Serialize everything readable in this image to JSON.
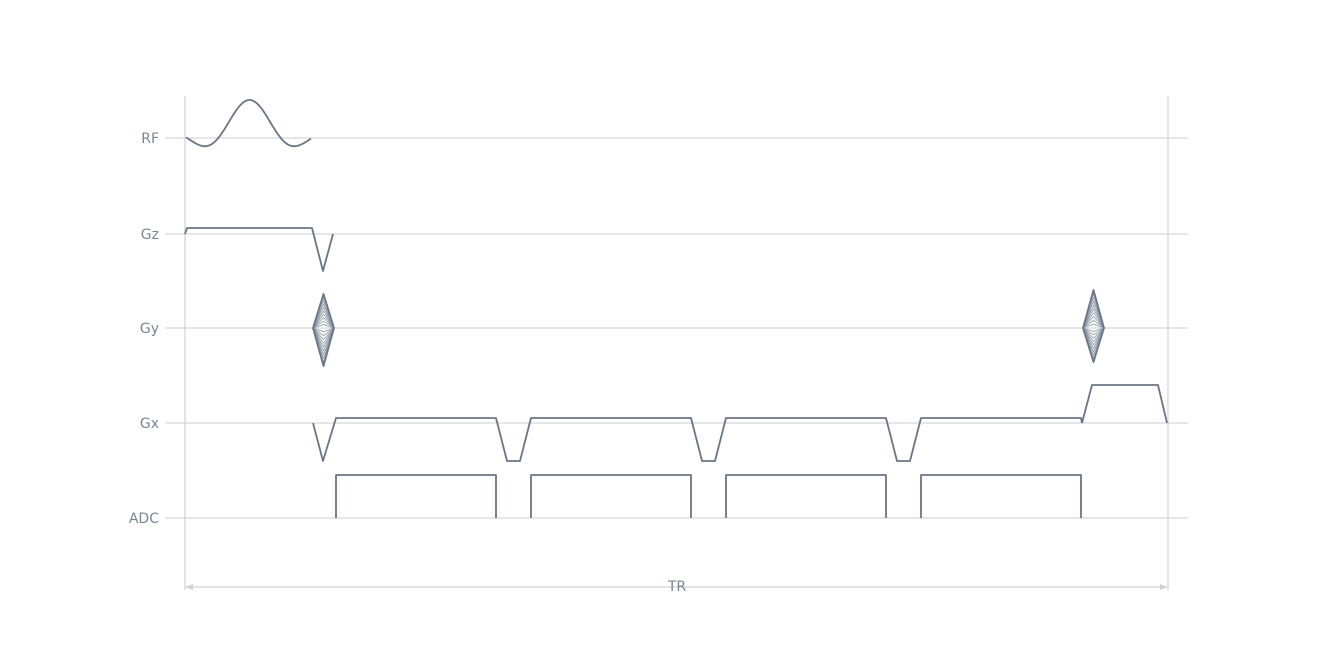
{
  "diagram": {
    "type": "pulse-sequence",
    "rows": [
      {
        "key": "rf",
        "label": "RF"
      },
      {
        "key": "gz",
        "label": "Gz"
      },
      {
        "key": "gy",
        "label": "Gy"
      },
      {
        "key": "gx",
        "label": "Gx"
      },
      {
        "key": "adc",
        "label": "ADC"
      }
    ],
    "interval_label": "TR",
    "readout_count": 4,
    "phase_encode_steps": 10,
    "colors": {
      "waveform": "#6b7583",
      "baseline": "#d4d7db",
      "label": "#7a8594"
    }
  }
}
